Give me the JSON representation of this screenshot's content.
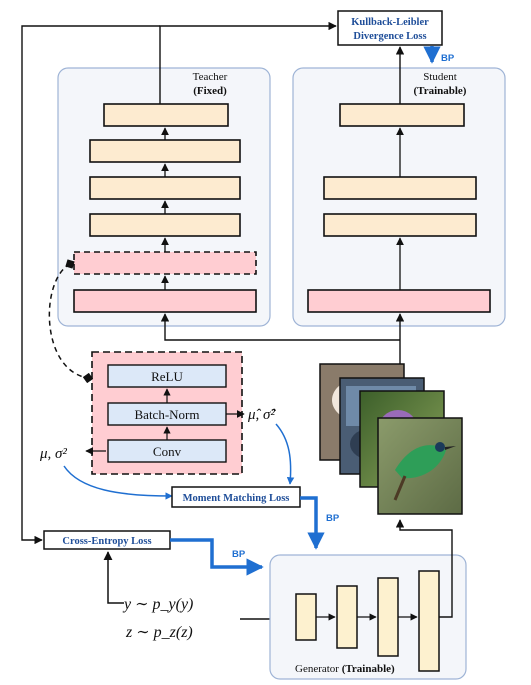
{
  "teacher": {
    "title": "Teacher",
    "subtitle": "(Fixed)"
  },
  "student": {
    "title": "Student",
    "subtitle": "(Trainable)"
  },
  "generator": {
    "title": "Generator",
    "subtitle": "(Trainable)"
  },
  "losses": {
    "kl_line1": "Kullback-Leibler",
    "kl_line2": "Divergence Loss",
    "moment": "Moment Matching Loss",
    "cross_entropy": "Cross-Entropy Loss"
  },
  "bp_labels": {
    "kl": "BP",
    "moment": "BP",
    "cross_entropy": "BP"
  },
  "bn_block": {
    "relu": "ReLU",
    "batch_norm": "Batch-Norm",
    "conv": "Conv"
  },
  "math": {
    "stats_in": "μ, σ²",
    "stats_out": "μ̂, σ̂²",
    "y_sample": "y ∼ p_y(y)",
    "z_sample": "z ∼ p_z(z)"
  },
  "colors": {
    "layer_fill": "#fdebd0",
    "bn_fill": "#ffcdd2",
    "module_fill": "#dce8f8",
    "panel_fill": "#f4f6fa",
    "panel_stroke": "#9fb4d6",
    "loss_text": "#1f4e99",
    "bp_arrow": "#1f6fd1",
    "gen_fill": "#fdf1cf"
  }
}
